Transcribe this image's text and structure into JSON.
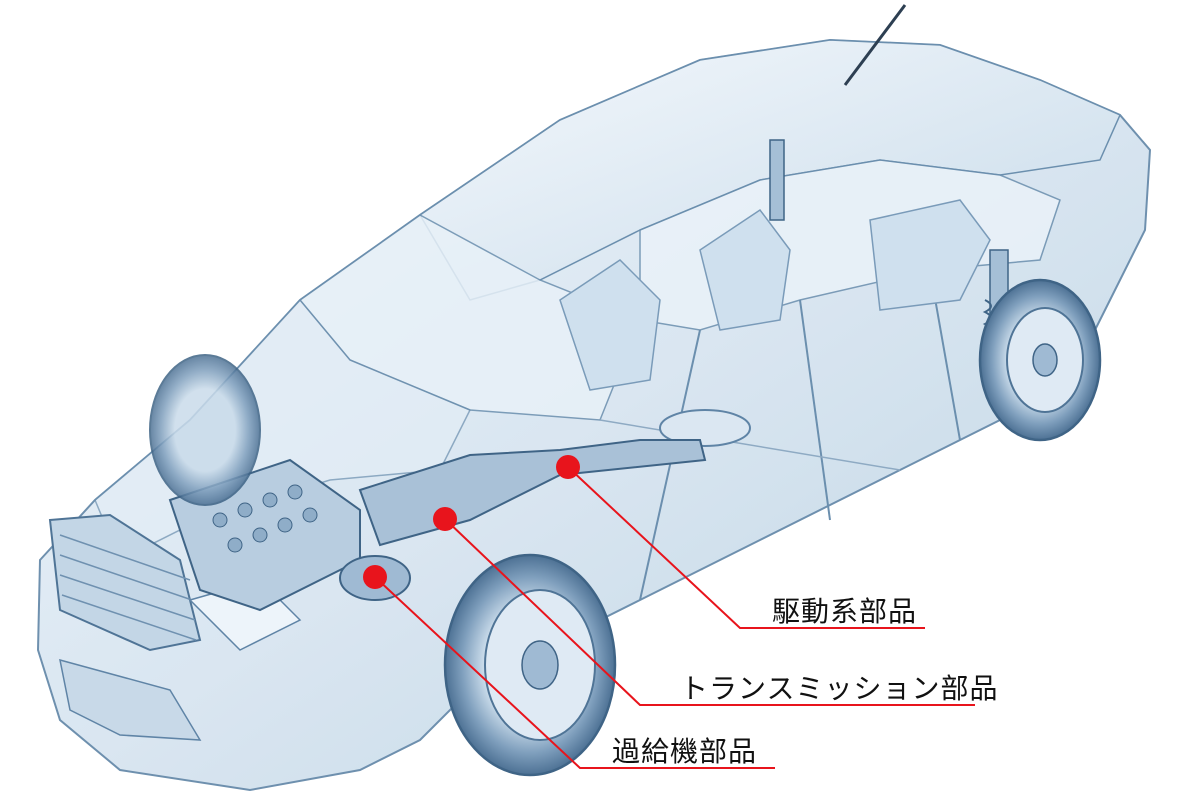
{
  "labels": {
    "drive": "駆動系部品",
    "transmission": "トランスミッション部品",
    "turbo": "過給機部品"
  },
  "colors": {
    "callout": "#e8141c",
    "car_line": "#5f84a6",
    "car_fill": "#dde9f3",
    "car_shadow": "#9cb6cc"
  },
  "icons": {
    "car": "transparent-car-cutaway-illustration"
  }
}
